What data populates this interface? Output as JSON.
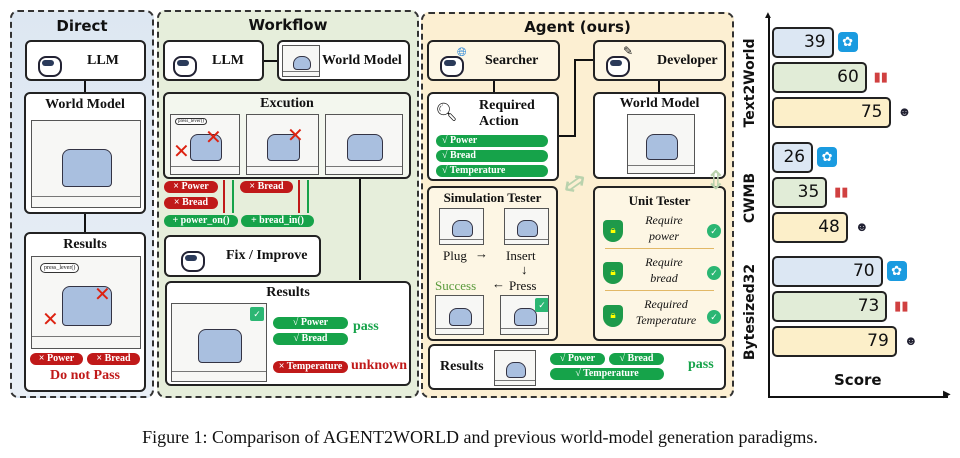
{
  "direct": {
    "title": "Direct",
    "llm": "LLM",
    "world_model": "World Model",
    "results": "Results",
    "fails": [
      "× Power",
      "× Bread"
    ],
    "verdict": "Do not Pass",
    "bubble": "press_lever()"
  },
  "workflow": {
    "title": "Workflow",
    "llm": "LLM",
    "world_model": "World Model",
    "execution": "Excution",
    "bubble": "press_lever()",
    "fails1": [
      "× Power",
      "× Bread"
    ],
    "fails2": [
      "× Bread"
    ],
    "fixes": [
      "+ power_on()",
      "+ bread_in()"
    ],
    "fix": "Fix / Improve",
    "results": "Results",
    "passed": [
      "√ Power",
      "√ Bread"
    ],
    "pass": "pass",
    "unknown_item": "× Temperature",
    "unknown": "unknown"
  },
  "agent": {
    "title": "Agent (ours)",
    "searcher": "Searcher",
    "developer": "Developer",
    "required_action": "Required Action",
    "actions": [
      "√ Power",
      "√ Bread",
      "√ Temperature"
    ],
    "world_model": "World Model",
    "sim_tester": "Simulation Tester",
    "steps": {
      "plug": "Plug",
      "insert": "Insert",
      "press": "Press",
      "success": "Success"
    },
    "unit_tester": "Unit Tester",
    "unit_tests": [
      "Require power",
      "Require bread",
      "Required Temperature"
    ],
    "results": "Results",
    "result_pills": [
      "√ Power",
      "√ Bread",
      "√ Temperature"
    ],
    "pass": "pass"
  },
  "chart_data": {
    "type": "bar",
    "orientation": "horizontal",
    "xlabel": "Score",
    "categories": [
      "Text2World",
      "CWMB",
      "Bytesized32"
    ],
    "series": [
      {
        "icon": "openai-icon",
        "color": "#dce7f3",
        "values": [
          39,
          26,
          70
        ]
      },
      {
        "icon": "podium-icon",
        "color": "#e1ecd7",
        "values": [
          60,
          35,
          73
        ]
      },
      {
        "icon": "robot-icon",
        "color": "#fcefc9",
        "values": [
          75,
          48,
          79
        ]
      }
    ],
    "value_labels": {
      "Text2World": [
        "39",
        "60",
        "75"
      ],
      "CWMB": [
        "26",
        "35",
        "48"
      ],
      "Bytesized32": [
        "70",
        "73",
        "79"
      ]
    }
  },
  "caption": "Figure 1: Comparison of AGENT2WORLD and previous world-model generation paradigms."
}
